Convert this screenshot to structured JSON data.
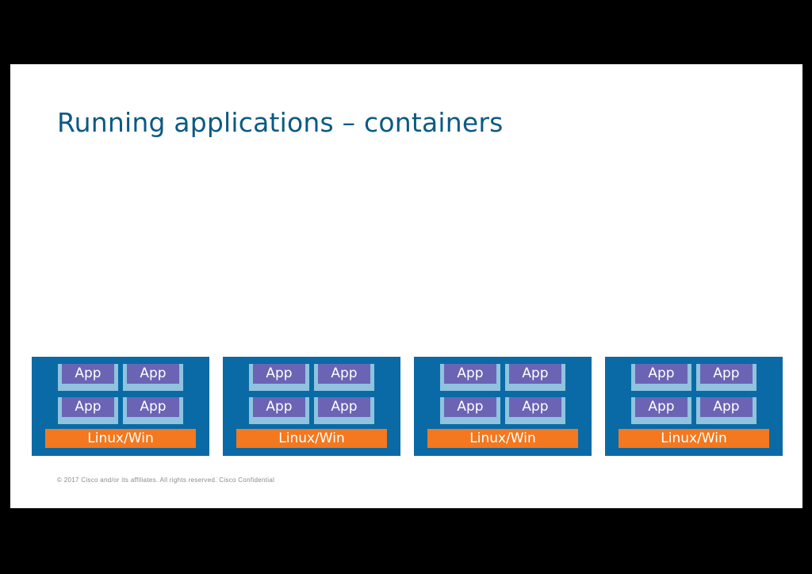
{
  "slide": {
    "title": "Running applications – containers",
    "footer": "© 2017  Cisco and/or its affiliates. All rights reserved.   Cisco Confidential"
  },
  "hosts": [
    {
      "os_label": "Linux/Win",
      "apps": [
        "App",
        "App",
        "App",
        "App"
      ]
    },
    {
      "os_label": "Linux/Win",
      "apps": [
        "App",
        "App",
        "App",
        "App"
      ]
    },
    {
      "os_label": "Linux/Win",
      "apps": [
        "App",
        "App",
        "App",
        "App"
      ]
    },
    {
      "os_label": "Linux/Win",
      "apps": [
        "App",
        "App",
        "App",
        "App"
      ]
    }
  ],
  "colors": {
    "title": "#0b5a84",
    "host_background": "#0a6aa6",
    "container": "#8fc3de",
    "app": "#6b64b5",
    "os_bar": "#f3781f"
  }
}
